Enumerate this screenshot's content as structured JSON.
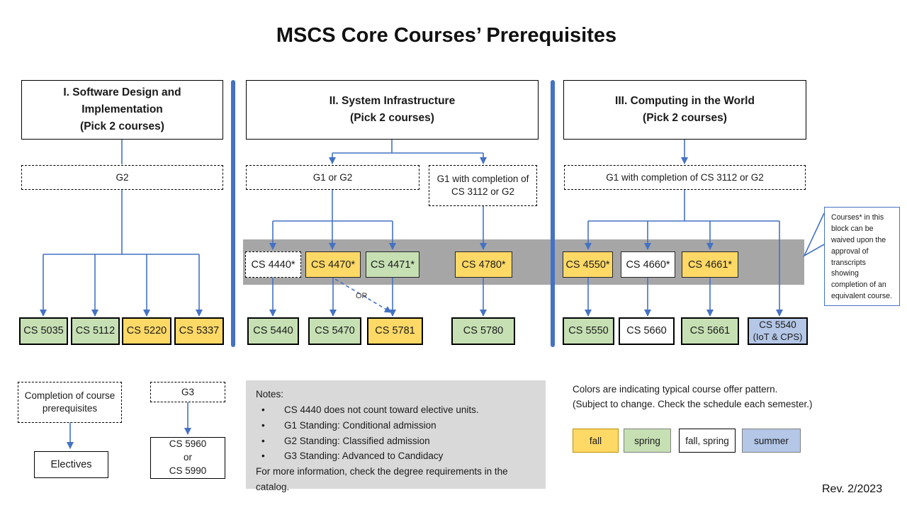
{
  "title": "MSCS Core Courses’ Prerequisites",
  "rev": "Rev. 2/2023",
  "palette": {
    "fall": "#FFD966",
    "spring": "#C6E0B4",
    "fall_spring": "#FFFFFF",
    "summer": "#B4C7E7",
    "arrow_blue": "#4472C4",
    "band_gray": "#A6A6A6",
    "notes_bg": "#D9D9D9"
  },
  "columns": [
    {
      "header_line1": "I. Software Design and Implementation",
      "header_line2": "(Pick 2 courses)",
      "prereq1": "G2",
      "courses": [
        {
          "label": "CS 5035",
          "season": "spring"
        },
        {
          "label": "CS 5112",
          "season": "spring"
        },
        {
          "label": "CS 5220",
          "season": "fall"
        },
        {
          "label": "CS 5337",
          "season": "fall"
        }
      ]
    },
    {
      "header_line1": "II. System Infrastructure",
      "header_line2": "(Pick 2 courses)",
      "prereq1": "G1 or G2",
      "prereq2": "G1 with completion of CS 3112 or G2",
      "or_label": "OR",
      "band_courses": [
        {
          "label": "CS 4440*",
          "season": "fall_spring"
        },
        {
          "label": "CS 4470*",
          "season": "fall"
        },
        {
          "label": "CS 4471*",
          "season": "spring"
        },
        {
          "label": "CS 4780*",
          "season": "fall"
        }
      ],
      "courses": [
        {
          "label": "CS 5440",
          "season": "spring"
        },
        {
          "label": "CS 5470",
          "season": "spring"
        },
        {
          "label": "CS 5781",
          "season": "fall"
        },
        {
          "label": "CS 5780",
          "season": "spring"
        }
      ]
    },
    {
      "header_line1": "III. Computing in the World",
      "header_line2": "(Pick 2 courses)",
      "prereq1": "G1 with completion of CS 3112 or G2",
      "band_courses": [
        {
          "label": "CS 4550*",
          "season": "fall"
        },
        {
          "label": "CS 4660*",
          "season": "fall_spring"
        },
        {
          "label": "CS 4661*",
          "season": "fall"
        }
      ],
      "courses": [
        {
          "label": "CS 5550",
          "season": "spring"
        },
        {
          "label": "CS 5660",
          "season": "fall_spring"
        },
        {
          "label": "CS 5661",
          "season": "spring"
        },
        {
          "label": "CS 5540",
          "label2": "(IoT & CPS)",
          "season": "summer"
        }
      ]
    }
  ],
  "callout": "Courses* in this block can be waived upon the approval of transcripts showing completion of an equivalent course.",
  "electives_flow": {
    "prereq": "Completion of course prerequisites",
    "target": "Electives"
  },
  "candidacy_flow": {
    "prereq": "G3",
    "line1": "CS 5960",
    "line2": "or",
    "line3": "CS 5990"
  },
  "notes": {
    "heading": "Notes:",
    "bullets": [
      "CS 4440 does not count toward elective units.",
      "G1 Standing: Conditional admission",
      "G2 Standing: Classified admission",
      "G3 Standing: Advanced to Candidacy"
    ],
    "footer": "For more information, check the degree requirements in the catalog."
  },
  "legend": {
    "line1": "Colors are indicating typical course offer pattern.",
    "line2": "(Subject to change. Check the schedule each semester.)",
    "items": [
      {
        "label": "fall",
        "season": "fall"
      },
      {
        "label": "spring",
        "season": "spring"
      },
      {
        "label": "fall, spring",
        "season": "fall_spring"
      },
      {
        "label": "summer",
        "season": "summer"
      }
    ]
  }
}
